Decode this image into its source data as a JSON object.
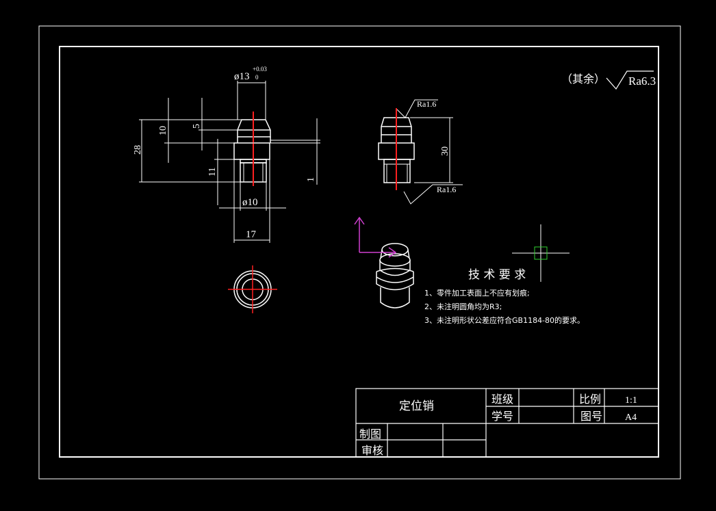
{
  "roughness": {
    "other_label": "（其余）",
    "other_value": "Ra6.3",
    "top_value": "Ra1.6",
    "bottom_value": "Ra1.6"
  },
  "dimensions": {
    "dia13": "ø13",
    "dia13_upper": "+0.03",
    "dia13_lower": "0",
    "d10": "10",
    "d5": "5",
    "d28": "28",
    "d11": "11",
    "d1": "1",
    "dia10": "ø10",
    "d17": "17",
    "d30": "30"
  },
  "tech_requirements": {
    "title": "技 术 要 求",
    "items": [
      "1、零件加工表面上不应有划痕;",
      "2、未注明圆角均为R3;",
      "3、未注明形状公差应符合GB1184-80的要求。"
    ]
  },
  "title_block": {
    "part_name": "定位销",
    "class_label": "班级",
    "student_no_label": "学号",
    "scale_label": "比例",
    "scale_value": "1:1",
    "drawing_no_label": "图号",
    "drawing_no_value": "A4",
    "drawn_by_label": "制图",
    "checked_by_label": "审核"
  },
  "colors": {
    "background": "#000000",
    "line": "#ffffff",
    "centerline": "#ff2020",
    "ucs": "#d040d0",
    "cursor": "#ffffff",
    "cursor_box": "#30d030"
  }
}
